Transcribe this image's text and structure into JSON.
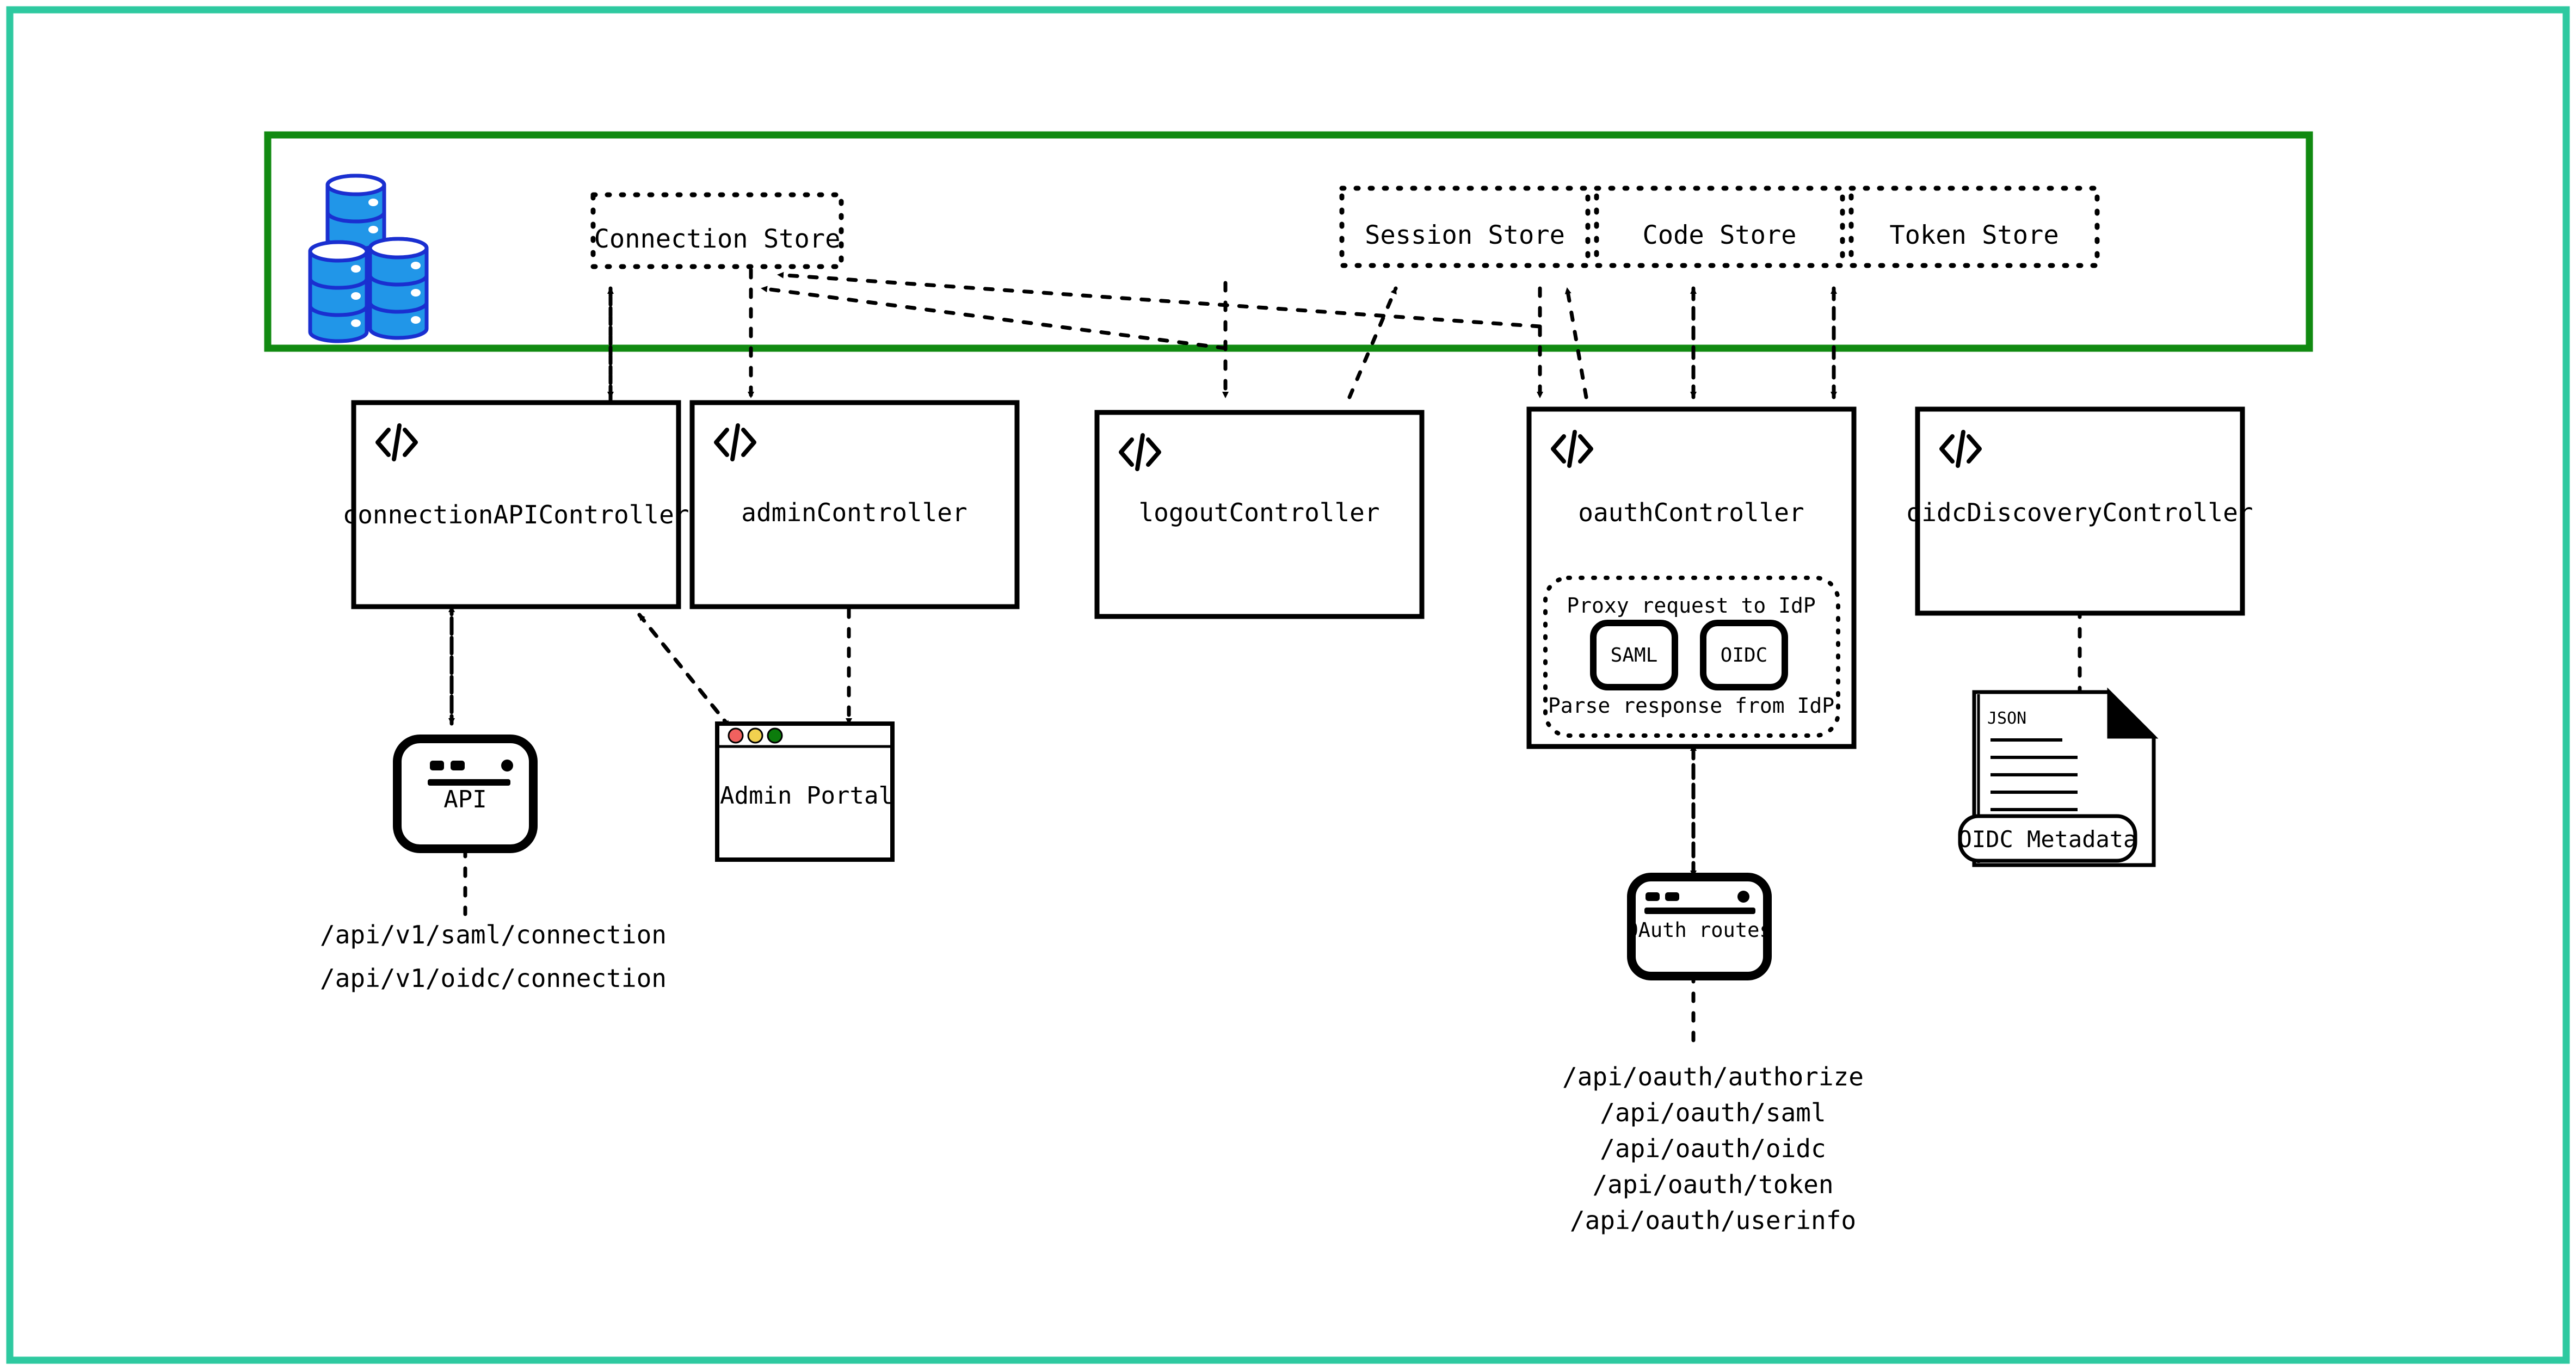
{
  "frame": {
    "outer_border_color": "#2ec9a0",
    "inner_band_color": "#118a11"
  },
  "storage_band": {
    "name": "storage-layer",
    "db_icon": "database-cluster-icon",
    "db_colors": {
      "fill": "#2196e8",
      "stroke": "#1a2fd0"
    },
    "stores": [
      {
        "label": "Connection Store"
      },
      {
        "label": "Session Store"
      },
      {
        "label": "Code Store"
      },
      {
        "label": "Token Store"
      }
    ]
  },
  "controllers": [
    {
      "label": "connectionAPIController",
      "icon": "code-icon"
    },
    {
      "label": "adminController",
      "icon": "code-icon"
    },
    {
      "label": "logoutController",
      "icon": "code-icon"
    },
    {
      "label": "oauthController",
      "icon": "code-icon"
    },
    {
      "label": "oidcDiscoveryController",
      "icon": "code-icon"
    }
  ],
  "oauth_inner": {
    "top_label": "Proxy request to IdP",
    "bottom_label": "Parse response from IdP",
    "buttons": [
      {
        "label": "SAML"
      },
      {
        "label": "OIDC"
      }
    ]
  },
  "nodes": {
    "api": {
      "label": "API",
      "icon": "api-device-icon"
    },
    "admin_portal": {
      "label": "Admin Portal",
      "icon": "browser-window-icon",
      "traffic_lights": [
        "#f0615f",
        "#f2d14f",
        "#0c7c0c"
      ]
    },
    "oauth_routes": {
      "label": "OAuth routes",
      "icon": "browser-window-icon"
    },
    "oidc_metadata": {
      "label": "OIDC Metadata",
      "doc_type": "JSON",
      "icon": "json-document-icon"
    }
  },
  "endpoint_lists": {
    "connection_api": [
      "/api/v1/saml/connection",
      "/api/v1/oidc/connection"
    ],
    "oauth": [
      "/api/oauth/authorize",
      "/api/oauth/saml",
      "/api/oauth/oidc",
      "/api/oauth/token",
      "/api/oauth/userinfo"
    ]
  }
}
